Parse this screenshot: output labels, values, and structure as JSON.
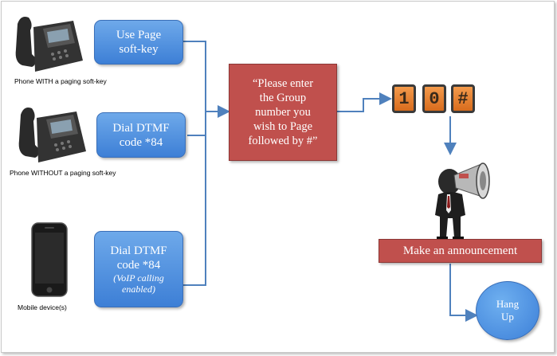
{
  "phones": [
    {
      "caption": "Phone WITH a paging soft-key",
      "icon": "desk-phone-icon"
    },
    {
      "caption": "Phone WITHOUT a paging soft-key",
      "icon": "desk-phone-icon"
    },
    {
      "caption": "Mobile device(s)",
      "icon": "smartphone-icon"
    }
  ],
  "actions": [
    {
      "line1": "Use Page",
      "line2": "soft-key"
    },
    {
      "line1": "Dial DTMF",
      "line2": "code *84"
    },
    {
      "line1": "Dial DTMF",
      "line2": "code *84",
      "sub1": "(VoIP calling",
      "sub2": "enabled)"
    }
  ],
  "prompt": {
    "lines": [
      "“Please enter",
      "the Group",
      "number you",
      "wish to Page",
      "followed by #”"
    ]
  },
  "keys": [
    "1",
    "0",
    "#"
  ],
  "announce": {
    "label": "Make an announcement",
    "icon": "megaphone-person-icon"
  },
  "hangup": {
    "line1": "Hang",
    "line2": "Up"
  },
  "colors": {
    "blue": "#4a8ee0",
    "red": "#c0504d",
    "orange": "#e6812f",
    "arrow": "#4f81bd"
  }
}
